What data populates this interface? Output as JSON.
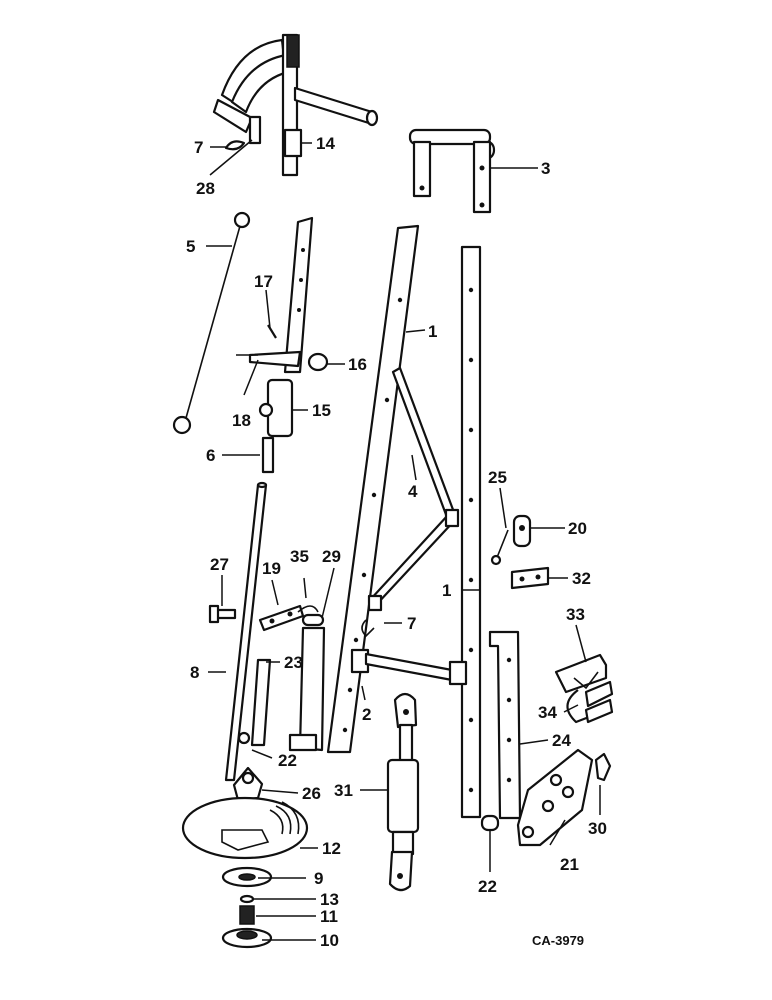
{
  "diagram_code": "CA-3979",
  "callouts": {
    "c1a": "1",
    "c1b": "1",
    "c2": "2",
    "c3": "3",
    "c4": "4",
    "c5": "5",
    "c6": "6",
    "c7a": "7",
    "c7b": "7",
    "c8": "8",
    "c9": "9",
    "c10": "10",
    "c11": "11",
    "c12": "12",
    "c13": "13",
    "c14": "14",
    "c15": "15",
    "c16": "16",
    "c17": "17",
    "c18": "18",
    "c19": "19",
    "c20": "20",
    "c21": "21",
    "c22a": "22",
    "c22b": "22",
    "c23": "23",
    "c24": "24",
    "c25": "25",
    "c26": "26",
    "c27": "27",
    "c28": "28",
    "c29": "29",
    "c30": "30",
    "c31": "31",
    "c32": "32",
    "c33": "33",
    "c34": "34",
    "c35": "35"
  }
}
